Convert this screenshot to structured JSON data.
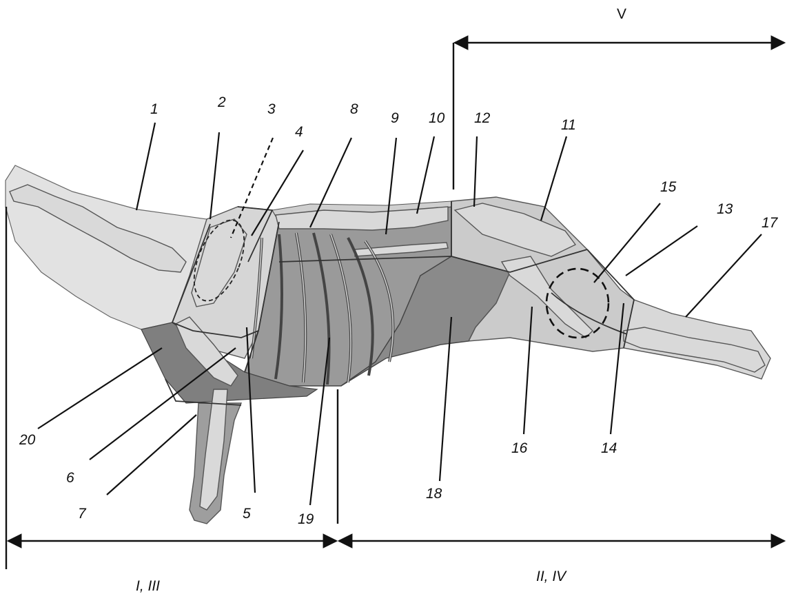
{
  "labels": {
    "l1": "1",
    "l2": "2",
    "l3": "3",
    "l4": "4",
    "l5": "5",
    "l6": "6",
    "l7": "7",
    "l8": "8",
    "l9": "9",
    "l10": "10",
    "l11": "11",
    "l12": "12",
    "l13": "13",
    "l14": "14",
    "l15": "15",
    "l16": "16",
    "l17": "17",
    "l18": "18",
    "l19": "19",
    "l20": "20"
  },
  "sections": {
    "top": "V",
    "front": "I, III",
    "rear": "II, IV"
  },
  "colors": {
    "body_light": "#dcdcdc",
    "body_mid": "#bdbdbd",
    "body_dark": "#8c8c8c",
    "belly": "#7b7b7b",
    "line": "#111111"
  }
}
